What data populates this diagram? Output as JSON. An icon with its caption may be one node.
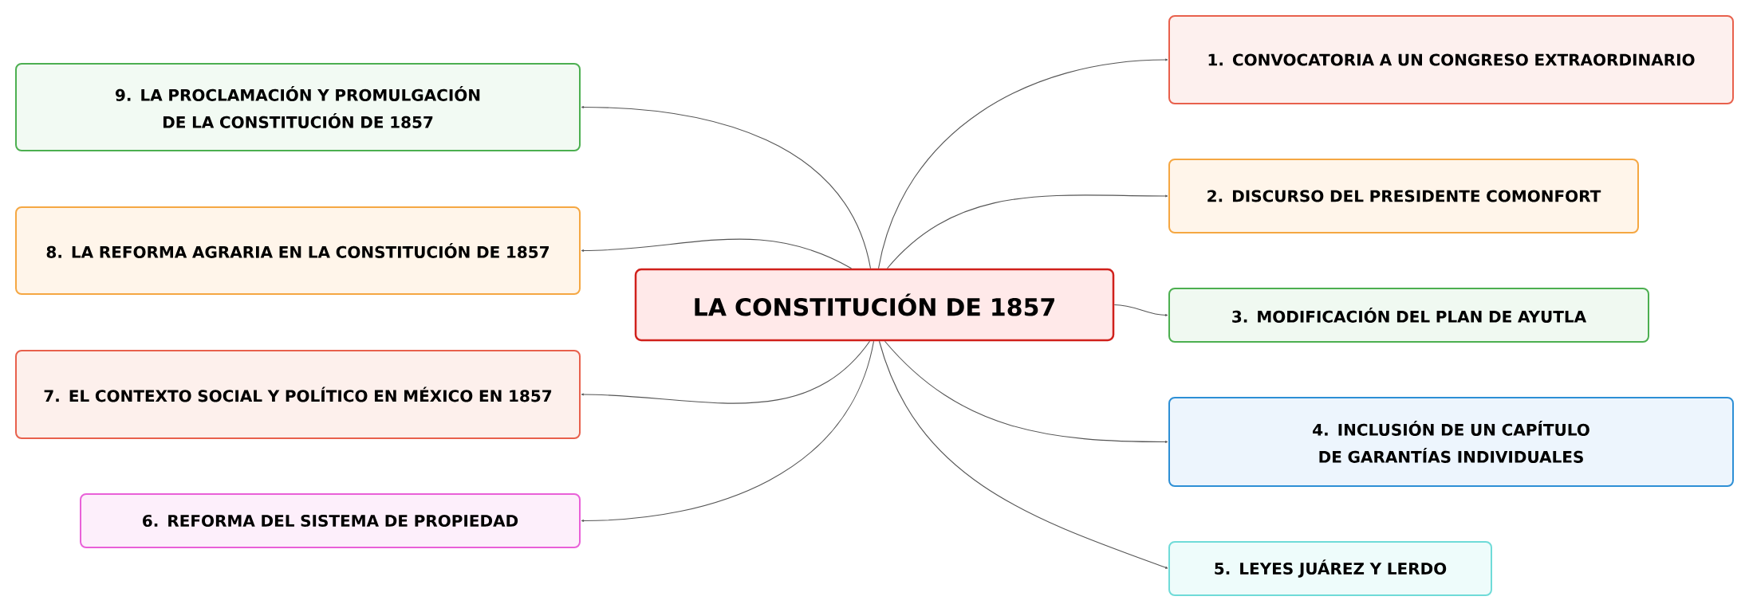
{
  "diagram": {
    "nodes": [
      {
        "text": [
          "LA CONSTITUCIÓN DE 1857"
        ]
      },
      {
        "text": [
          "1. CONVOCATORIA A UN CONGRESO EXTRAORDINARIO"
        ]
      },
      {
        "text": [
          "2. DISCURSO DEL PRESIDENTE COMONFORT"
        ]
      },
      {
        "text": [
          "3. MODIFICACIÓN DEL PLAN DE AYUTLA"
        ]
      },
      {
        "text": [
          "4. INCLUSIÓN DE UN CAPÍTULO DE GARANTÍAS INDIVIDUALES"
        ]
      },
      {
        "text": [
          "5. LEYES JUÁREZ Y LERDO"
        ]
      },
      {
        "text": [
          "6. REFORMA DEL SISTEMA DE PROPIEDAD"
        ]
      },
      {
        "text": [
          "7. EL CONTEXTO SOCIAL Y POLÍTICO EN MÉXICO EN 1857"
        ]
      },
      {
        "text": [
          "8. LA REFORMA AGRARIA EN LA CONSTITUCIÓN DE 1857"
        ]
      },
      {
        "text": [
          "9. LA PROCLAMACIÓN Y PROMULGACIÓN DE LA CONSTITUCIÓN DE 1857"
        ]
      }
    ],
    "edges": [
      {
        "from": 0,
        "to": 1,
        "arrow": "to"
      },
      {
        "from": 0,
        "to": 2,
        "arrow": "to"
      },
      {
        "from": 0,
        "to": 3,
        "arrow": "to"
      },
      {
        "from": 0,
        "to": 4,
        "arrow": "to"
      },
      {
        "from": 0,
        "to": 5,
        "arrow": "to"
      },
      {
        "from": 0,
        "to": 6,
        "arrow": "to"
      },
      {
        "from": 0,
        "to": 7,
        "arrow": "to"
      },
      {
        "from": 0,
        "to": 8,
        "arrow": "to"
      },
      {
        "from": 0,
        "to": 9,
        "arrow": "to"
      }
    ]
  }
}
